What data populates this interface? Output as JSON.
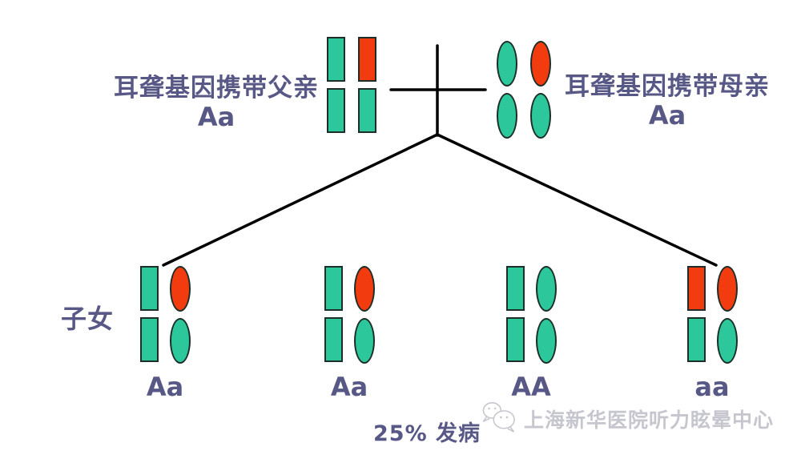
{
  "colors": {
    "normal_allele": "#2cc79a",
    "mutant_allele": "#f23c10",
    "label_text": "#585887",
    "line": "#000000",
    "watermark_text": "#c6c6ce"
  },
  "parents": {
    "father": {
      "label": "耳聋基因携带父亲",
      "genotype": "Aa",
      "columns": [
        {
          "shape": "rect",
          "alleles": [
            "normal",
            "normal"
          ]
        },
        {
          "shape": "rect",
          "alleles": [
            "mutant",
            "normal"
          ]
        }
      ]
    },
    "mother": {
      "label": "耳聋基因携带母亲",
      "genotype": "Aa",
      "columns": [
        {
          "shape": "ellipse",
          "alleles": [
            "normal",
            "normal"
          ]
        },
        {
          "shape": "ellipse",
          "alleles": [
            "mutant",
            "normal"
          ]
        }
      ]
    }
  },
  "children_section": {
    "label": "子女"
  },
  "children": [
    {
      "genotype": "Aa",
      "columns": [
        {
          "shape": "rect",
          "alleles": [
            "normal",
            "normal"
          ]
        },
        {
          "shape": "ellipse",
          "alleles": [
            "mutant",
            "normal"
          ]
        }
      ]
    },
    {
      "genotype": "Aa",
      "columns": [
        {
          "shape": "rect",
          "alleles": [
            "normal",
            "normal"
          ]
        },
        {
          "shape": "ellipse",
          "alleles": [
            "mutant",
            "normal"
          ]
        }
      ]
    },
    {
      "genotype": "AA",
      "columns": [
        {
          "shape": "rect",
          "alleles": [
            "normal",
            "normal"
          ]
        },
        {
          "shape": "ellipse",
          "alleles": [
            "normal",
            "normal"
          ]
        }
      ]
    },
    {
      "genotype": "aa",
      "columns": [
        {
          "shape": "rect",
          "alleles": [
            "mutant",
            "normal"
          ]
        },
        {
          "shape": "ellipse",
          "alleles": [
            "mutant",
            "normal"
          ]
        }
      ]
    }
  ],
  "footer": {
    "result_text": "25% 发病"
  },
  "watermark": {
    "icon": "wechat-icon",
    "text": "上海新华医院听力眩晕中心"
  }
}
